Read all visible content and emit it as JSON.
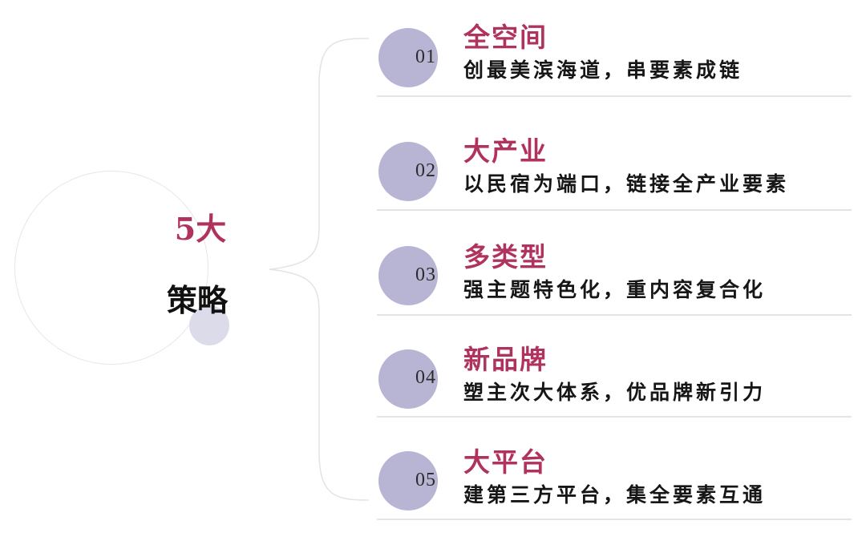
{
  "center": {
    "title": "5大",
    "subtitle": "策略"
  },
  "items": [
    {
      "number": "01",
      "title": "全空间",
      "desc": "创最美滨海道，串要素成链"
    },
    {
      "number": "02",
      "title": "大产业",
      "desc": "以民宿为端口，链接全产业要素"
    },
    {
      "number": "03",
      "title": "多类型",
      "desc": "强主题特色化，重内容复合化"
    },
    {
      "number": "04",
      "title": "新品牌",
      "desc": "塑主次大体系，优品牌新引力"
    },
    {
      "number": "05",
      "title": "大平台",
      "desc": "建第三方平台，集全要素互通"
    }
  ],
  "colors": {
    "accent": "#b0325e",
    "number_circle": "#b7b5d3",
    "dot": "#dcdbea",
    "text": "#161616"
  }
}
